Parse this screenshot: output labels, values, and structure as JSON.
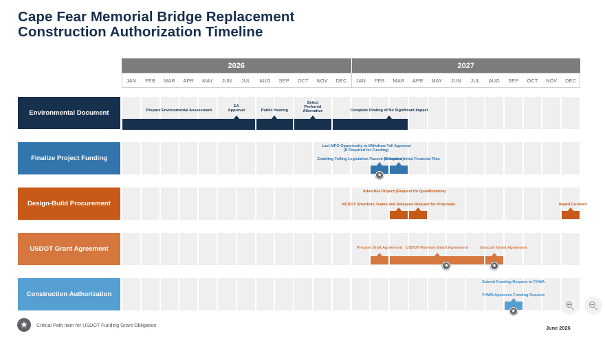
{
  "title": {
    "line1": "Cape Fear Memorial Bridge Replacement",
    "line2": "Construction Authorization Timeline"
  },
  "years": [
    "2026",
    "2027"
  ],
  "months": [
    "JAN",
    "FEB",
    "MAR",
    "APR",
    "MAY",
    "JUN",
    "JUL",
    "AUG",
    "SEP",
    "OCT",
    "NOV",
    "DEC",
    "JAN",
    "FEB",
    "MAR",
    "APR",
    "MAY",
    "JUN",
    "JUL",
    "AUG",
    "SEP",
    "OCT",
    "NOV",
    "DEC"
  ],
  "legend": {
    "icon": "star-icon",
    "text": "Critical Path Item for USDOT Funding Grant Obligation"
  },
  "date_label": "June 2026",
  "zoom": {
    "in_icon": "zoom-in-icon",
    "out_icon": "zoom-out-icon"
  },
  "colors": {
    "env": "#17304e",
    "funding": "#3375ad",
    "procurement": "#c75a18",
    "grant": "#d5773e",
    "construction": "#569fd3",
    "year_header": "#7d7d7d",
    "grid": "#efefef",
    "star": "#5f6368"
  },
  "chart_data": {
    "type": "gantt",
    "x_axis": {
      "start": "JAN 2026",
      "end": "DEC 2027",
      "unit": "month"
    },
    "rows": [
      {
        "name": "Environmental Document",
        "color": "#17304e",
        "bars": [
          {
            "start": 0.0,
            "end": 7.0
          },
          {
            "start": 7.0,
            "end": 9.0
          },
          {
            "start": 9.0,
            "end": 11.0
          },
          {
            "start": 11.0,
            "end": 15.0
          }
        ],
        "markers": [
          {
            "at": 6.0,
            "type": "notch"
          },
          {
            "at": 8.0,
            "type": "notch"
          },
          {
            "at": 10.0,
            "type": "notch"
          },
          {
            "at": 14.0,
            "type": "notch"
          }
        ],
        "labels": [
          {
            "text": "Prepare Environmental Assessment",
            "at": 3.0,
            "line": 1
          },
          {
            "text": "EA\nApproval",
            "at": 6.0,
            "line": 0
          },
          {
            "text": "Public Hearing",
            "at": 8.0,
            "line": 1
          },
          {
            "text": "Select\nPreferred\nAlternative",
            "at": 10.0,
            "line": -1
          },
          {
            "text": "Complete Finding of No Significant Impact",
            "at": 14.0,
            "line": 1
          }
        ],
        "stars": []
      },
      {
        "name": "Finalize Project Funding",
        "color": "#3375ad",
        "bars": [
          {
            "start": 13.0,
            "end": 14.0
          },
          {
            "start": 14.0,
            "end": 15.0
          }
        ],
        "markers": [
          {
            "at": 13.5,
            "type": "notch"
          },
          {
            "at": 14.5,
            "type": "notch"
          }
        ],
        "labels": [
          {
            "text": "Last MPO Opportunity to Withdraw Toll Approval\n(If Required for Funding)",
            "at": 12.8,
            "line": 0
          },
          {
            "text": "Enabling Tolling Legislation Passed (If Needed)",
            "at": 12.5,
            "line": 2
          },
          {
            "text": "Complete Initial Financial Plan",
            "at": 15.2,
            "line": 2
          }
        ],
        "stars": [
          {
            "at": 13.5
          }
        ]
      },
      {
        "name": "Design-Build Procurement",
        "color": "#c75a18",
        "bars": [
          {
            "start": 14.0,
            "end": 15.0
          },
          {
            "start": 15.0,
            "end": 16.0
          },
          {
            "start": 23.0,
            "end": 24.0
          }
        ],
        "markers": [
          {
            "at": 14.5,
            "type": "notch"
          },
          {
            "at": 15.5,
            "type": "notch"
          },
          {
            "at": 23.5,
            "type": "notch"
          }
        ],
        "labels": [
          {
            "text": "Advertise Project (Request for Qualifications)",
            "at": 14.8,
            "line": 0
          },
          {
            "text": "NCDOT Shortlists Teams and Releases Request for Proposals",
            "at": 14.5,
            "line": 2
          },
          {
            "text": "Award Contract",
            "at": 23.5,
            "line": 2
          }
        ],
        "stars": []
      },
      {
        "name": "USDOT Grant Agreement",
        "color": "#d5773e",
        "bars": [
          {
            "start": 13.0,
            "end": 14.0
          },
          {
            "start": 14.0,
            "end": 19.0
          },
          {
            "start": 19.0,
            "end": 20.0
          }
        ],
        "markers": [
          {
            "at": 13.5,
            "type": "notch"
          },
          {
            "at": 16.5,
            "type": "notch"
          },
          {
            "at": 19.5,
            "type": "notch"
          }
        ],
        "labels": [
          {
            "text": "Prepare Draft Agreement",
            "at": 13.5,
            "line": 1
          },
          {
            "text": "USDOT Reviews Grant Agreement",
            "at": 16.5,
            "line": 1
          },
          {
            "text": "Execute Grant Agreement",
            "at": 20.0,
            "line": 1
          }
        ],
        "stars": [
          {
            "at": 17.0
          },
          {
            "at": 19.5
          }
        ]
      },
      {
        "name": "Construction Authorization",
        "color": "#569fd3",
        "bars": [
          {
            "start": 20.0,
            "end": 21.0
          }
        ],
        "markers": [
          {
            "at": 20.5,
            "type": "notch"
          }
        ],
        "labels": [
          {
            "text": "Submit Funding Request to FHWA",
            "at": 20.5,
            "line": 0
          },
          {
            "text": "FHWA Approves Funding Request",
            "at": 20.5,
            "line": 2
          }
        ],
        "stars": [
          {
            "at": 20.5
          }
        ]
      }
    ]
  }
}
